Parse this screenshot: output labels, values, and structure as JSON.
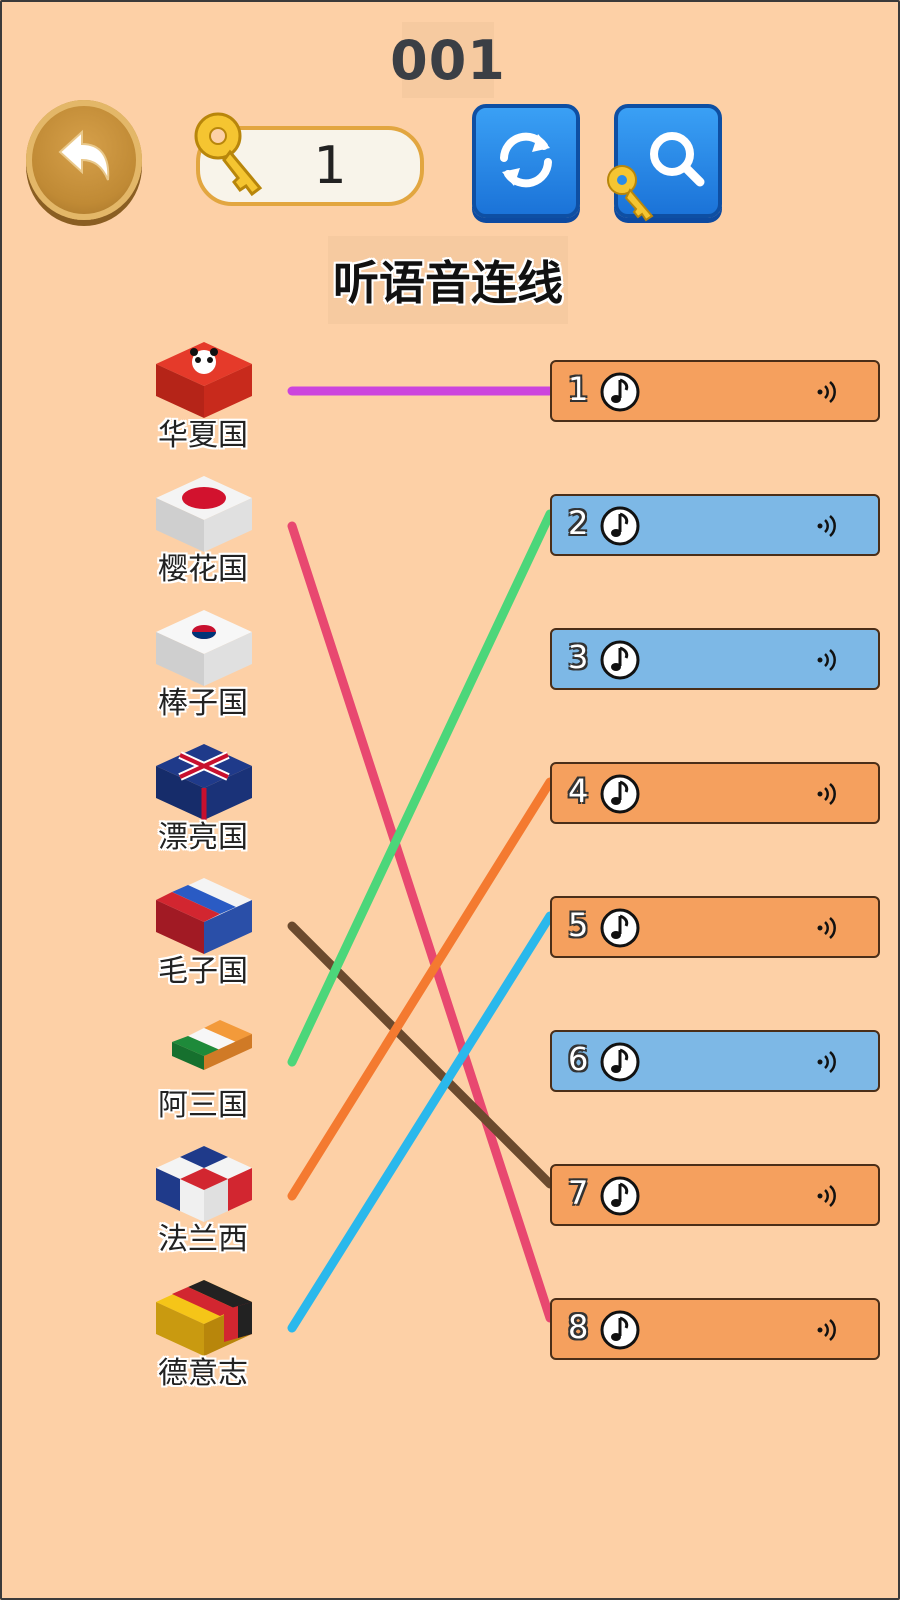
{
  "header": {
    "level": "001",
    "keys": "1",
    "title": "听语音连线"
  },
  "countries": [
    {
      "label": "华夏国",
      "flag": "china-panda-flag-icon"
    },
    {
      "label": "樱花国",
      "flag": "japan-flag-icon"
    },
    {
      "label": "棒子国",
      "flag": "korea-flag-icon"
    },
    {
      "label": "漂亮国",
      "flag": "uk-flag-icon"
    },
    {
      "label": "毛子国",
      "flag": "russia-flag-icon"
    },
    {
      "label": "阿三国",
      "flag": "india-flag-icon"
    },
    {
      "label": "法兰西",
      "flag": "france-flag-icon"
    },
    {
      "label": "德意志",
      "flag": "germany-flag-icon"
    }
  ],
  "audio_items": [
    {
      "num": "1",
      "color": "orange"
    },
    {
      "num": "2",
      "color": "blue"
    },
    {
      "num": "3",
      "color": "blue"
    },
    {
      "num": "4",
      "color": "orange"
    },
    {
      "num": "5",
      "color": "orange"
    },
    {
      "num": "6",
      "color": "blue"
    },
    {
      "num": "7",
      "color": "orange"
    },
    {
      "num": "8",
      "color": "orange"
    }
  ],
  "connections": [
    {
      "country": 0,
      "audio": 0,
      "color": "#cc44dd"
    },
    {
      "country": 1,
      "audio": 7,
      "color": "#e84870"
    },
    {
      "country": 4,
      "audio": 6,
      "color": "#6b4a2e"
    },
    {
      "country": 5,
      "audio": 1,
      "color": "#4cd67a"
    },
    {
      "country": 6,
      "audio": 3,
      "color": "#f47a30"
    },
    {
      "country": 7,
      "audio": 4,
      "color": "#2ab8ec"
    }
  ],
  "colors": {
    "background": "#fdd0a6",
    "orange_box": "#f5a05e",
    "blue_box": "#7db8e6",
    "button_blue": "#2a8be8",
    "back_gold": "#c08a35"
  }
}
